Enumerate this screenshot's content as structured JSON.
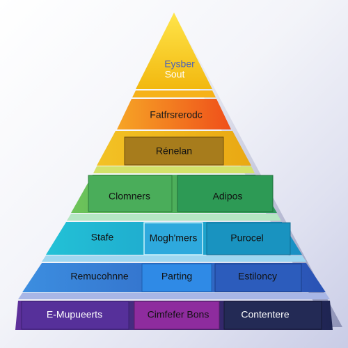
{
  "pyramid": {
    "apex": {
      "line1": "Eysber",
      "line2": "Sout"
    },
    "tier2": {
      "label": "Fatfrsrerodc"
    },
    "tier3": {
      "label": "Rénelan"
    },
    "tier4": {
      "left": "Clomners",
      "right": "Adipos"
    },
    "tier5": {
      "left": "Stafe",
      "center": "Mogh'mers",
      "right": "Purocel"
    },
    "tier6": {
      "left": "Remucohnne",
      "center": "Parting",
      "right": "Estiloncy"
    },
    "tier7": {
      "left": "E-Mupueerts",
      "center": "Cimfefer Bons",
      "right": "Contentere"
    }
  },
  "colors": {
    "yellow": "#f5c916",
    "orange": "#f28a1d",
    "gold": "#e9b81a",
    "green": "#4bb05a",
    "teal": "#1fb3c9",
    "blue": "#2f6fc9",
    "purple": "#5a2f93",
    "magenta": "#8e2c9e",
    "navy": "#232a55"
  }
}
